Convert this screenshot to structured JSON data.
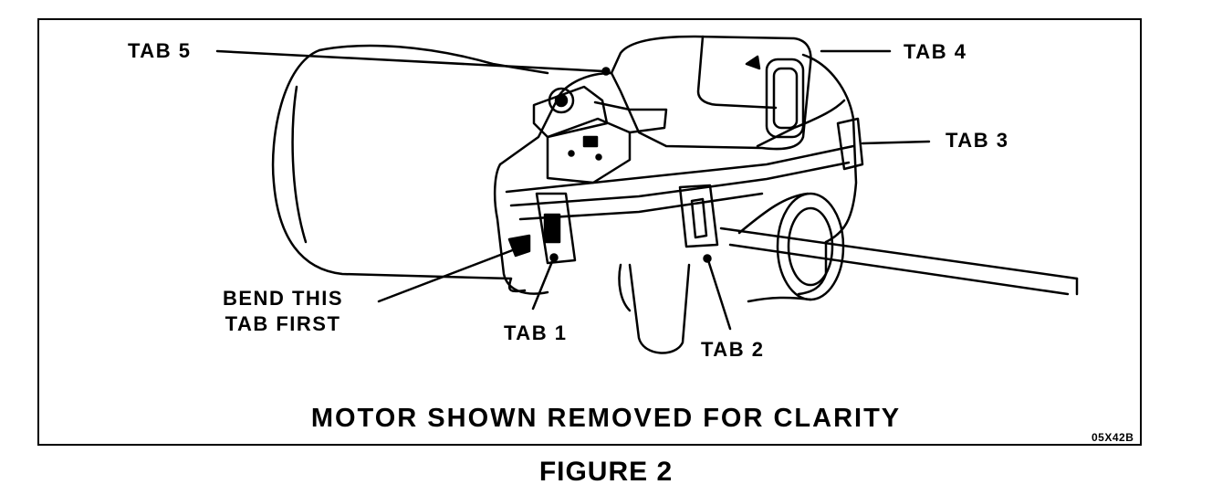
{
  "labels": {
    "tab5": "TAB 5",
    "tab4": "TAB 4",
    "tab3": "TAB 3",
    "bend_line1": "BEND THIS",
    "bend_line2": "TAB FIRST",
    "tab1": "TAB 1",
    "tab2": "TAB 2"
  },
  "caption": "MOTOR SHOWN REMOVED FOR CLARITY",
  "code": "05X42B",
  "figure_title": "FIGURE 2"
}
